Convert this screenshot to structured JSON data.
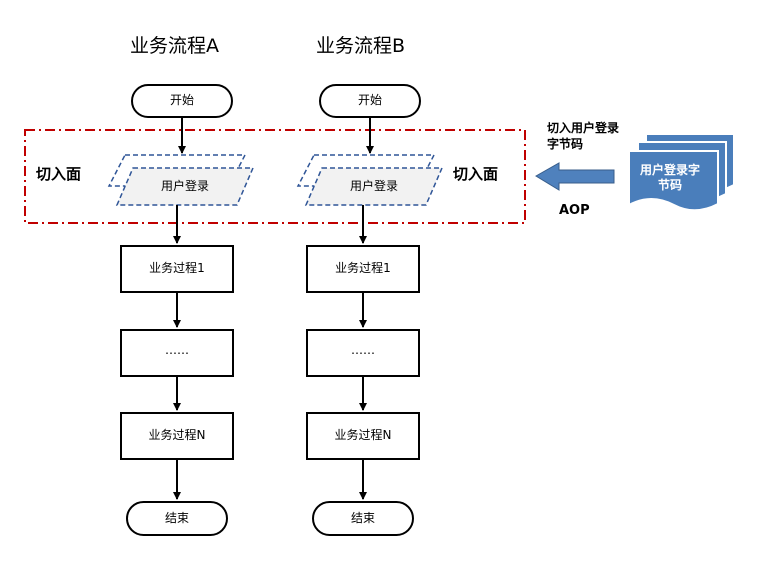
{
  "flows": [
    {
      "title": "业务流程A",
      "start": "开始",
      "login": "用户登录",
      "step1": "业务过程1",
      "ellipsis": "……",
      "stepN": "业务过程N",
      "end": "结束"
    },
    {
      "title": "业务流程B",
      "start": "开始",
      "login": "用户登录",
      "step1": "业务过程1",
      "ellipsis": "……",
      "stepN": "业务过程N",
      "end": "结束"
    }
  ],
  "aspect": {
    "left_label": "切入面",
    "right_label": "切入面",
    "border_color": "#c00000"
  },
  "weave": {
    "note": "切入用户登录字节码",
    "arrow_label": "AOP",
    "doc_text": "用户登录字节码",
    "accent": "#4f81bd",
    "doc_color": "#4a7ebb"
  }
}
